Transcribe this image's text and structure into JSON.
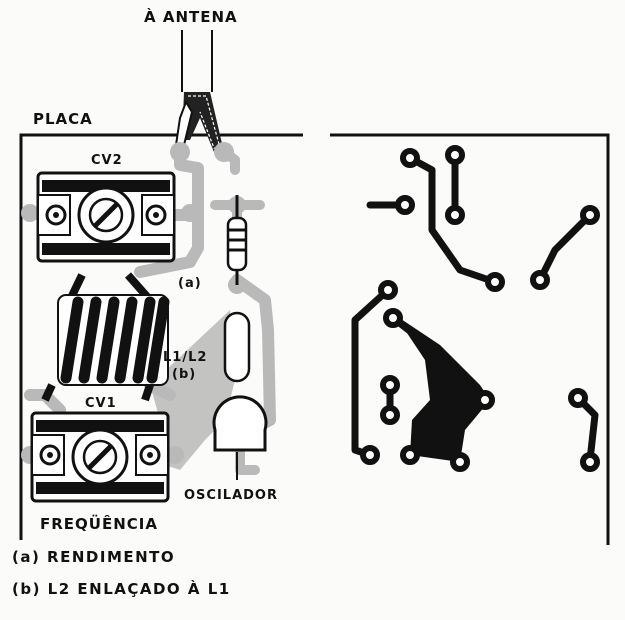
{
  "labels": {
    "antenna": "À ANTENA",
    "board": "PLACA",
    "cv2": "CV2",
    "cv1": "CV1",
    "yield_mark": "(a)",
    "coil": "L1/L2",
    "coil_mark": "(b)",
    "oscillator": "OSCILADOR",
    "frequency": "FREQÜÊNCIA"
  },
  "notes": [
    "(a) RENDIMENTO",
    "(b) L2 ENLAÇADO À L1"
  ],
  "colors": {
    "ink": "#111111",
    "copper_trace": "#b9b9b9",
    "capacitor_body": "#ffffff"
  }
}
